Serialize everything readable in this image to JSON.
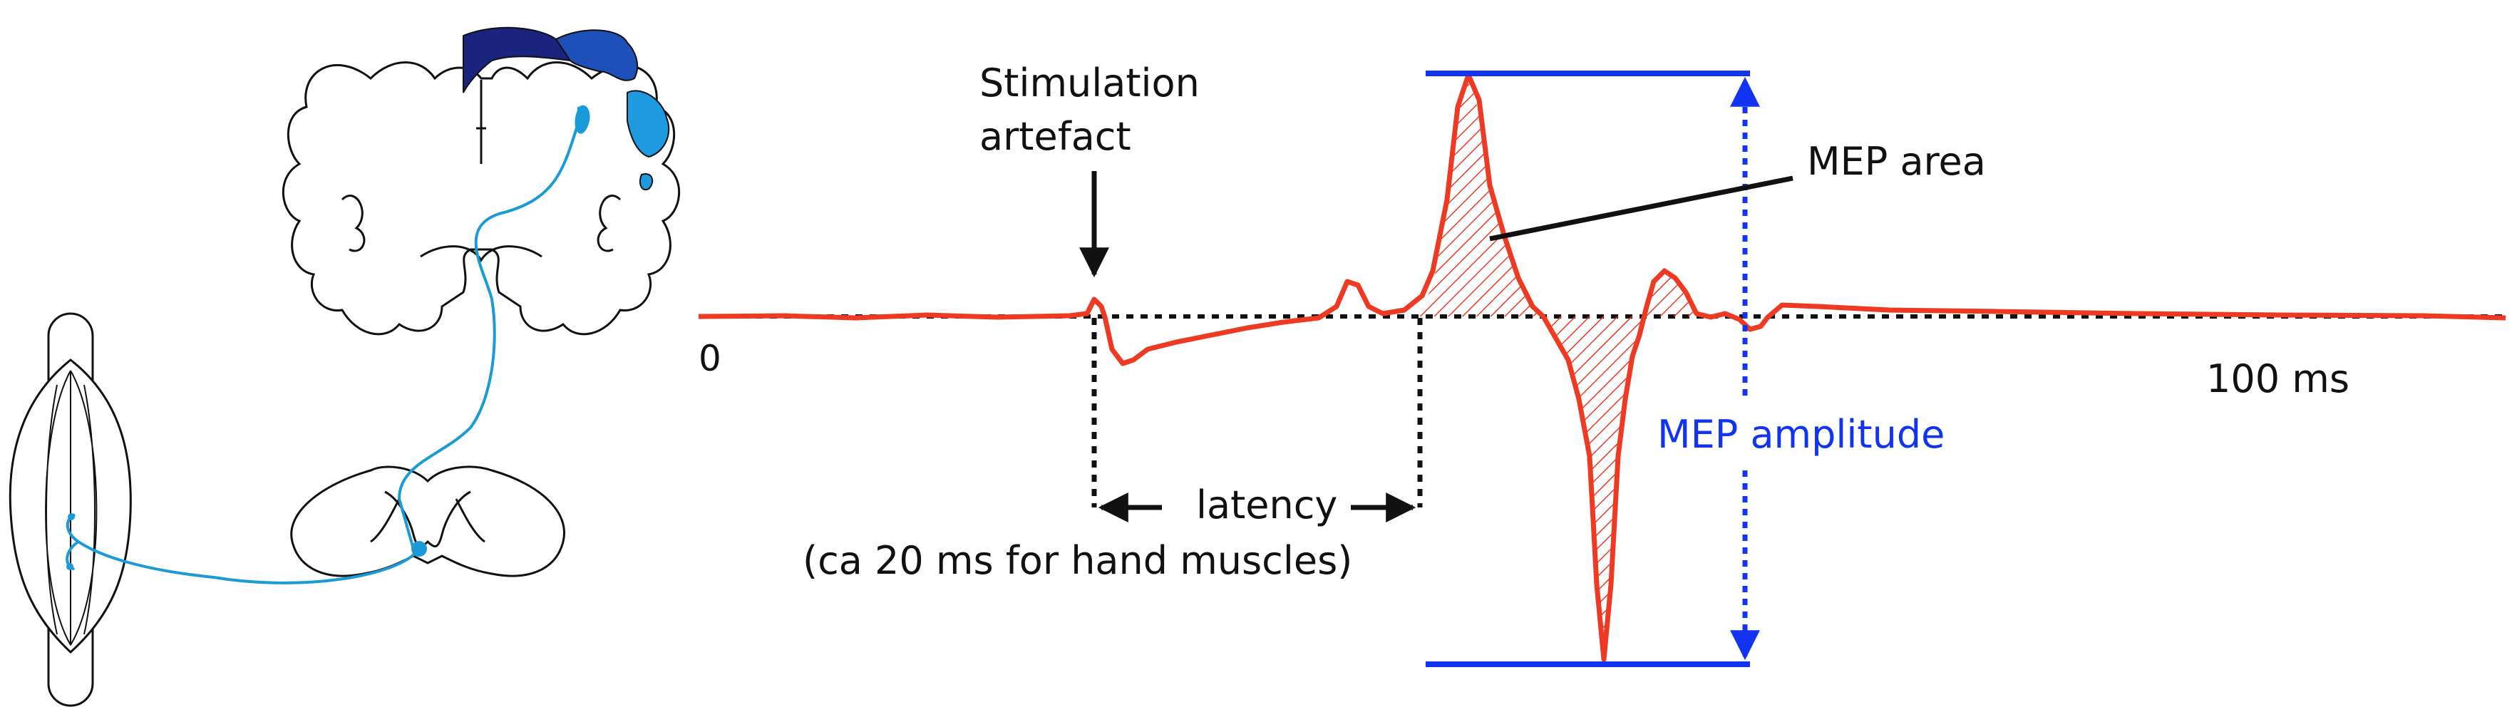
{
  "labels": {
    "stimulation_line1": "Stimulation",
    "stimulation_line2": "artefact",
    "mep_area": "MEP area",
    "zero": "0",
    "time_end": "100 ms",
    "mep_amplitude": "MEP amplitude",
    "latency": "latency",
    "latency_note": "(ca 20 ms for hand muscles)"
  },
  "colors": {
    "trace": "#ee3a22",
    "amplitude": "#1234f0",
    "axon": "#1a9ad6",
    "outline": "#111111",
    "cortex_dark": "#1a237e",
    "cortex_mid": "#1f4fb8",
    "cortex_light": "#1e9be0"
  },
  "icons": [
    "brain-section-icon",
    "spinal-cord-section-icon",
    "muscle-icon",
    "motor-neuron-icon"
  ]
}
